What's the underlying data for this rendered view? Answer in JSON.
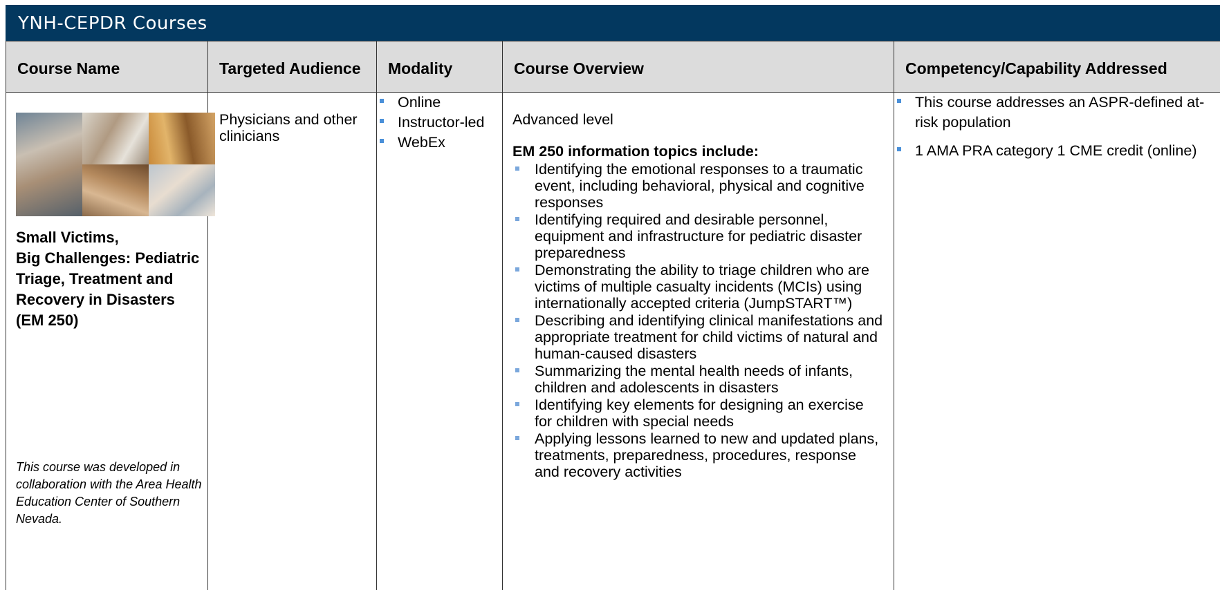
{
  "header": {
    "title": "YNH-CEPDR Courses"
  },
  "columns": [
    "Course Name",
    "Targeted Audience",
    "Modality",
    "Course Overview",
    "Competency/Capability Addressed"
  ],
  "course": {
    "title_lines": [
      "Small Victims,",
      "Big Challenges: Pediatric",
      "Triage, Treatment and",
      "Recovery in Disasters",
      "(EM 250)"
    ],
    "note": "This course was developed in collaboration with the Area Health Education Center of Southern Nevada.",
    "audience": "Physicians and other clinicians",
    "modality": [
      "Online",
      "Instructor-led",
      "WebEx"
    ],
    "overview": {
      "level": "Advanced level",
      "topics_heading": "EM 250 information topics include:",
      "topics": [
        "Identifying the emotional responses to a traumatic event, including behavioral, physical and cognitive responses",
        "Identifying required and desirable personnel, equipment and infrastructure for pediatric disaster preparedness",
        "Demonstrating the ability to triage children who are victims of multiple casualty incidents (MCIs) using internationally accepted criteria (JumpSTART™)",
        "Describing and identifying clinical manifestations and appropriate treatment for child victims of natural and human-caused disasters",
        "Summarizing the mental health needs of infants, children and adolescents in disasters",
        "Identifying key elements for designing an exercise for children with special needs",
        "Applying lessons learned to new and updated plans, treatments, preparedness, procedures, response and recovery activities"
      ]
    },
    "competency": [
      "This course addresses an ASPR-defined at-risk population",
      "1 AMA PRA category 1 CME credit (online)"
    ]
  },
  "colors": {
    "title_bar": "#03385f",
    "header_row": "#dcdcdc",
    "bullet": "#4a90d9"
  }
}
